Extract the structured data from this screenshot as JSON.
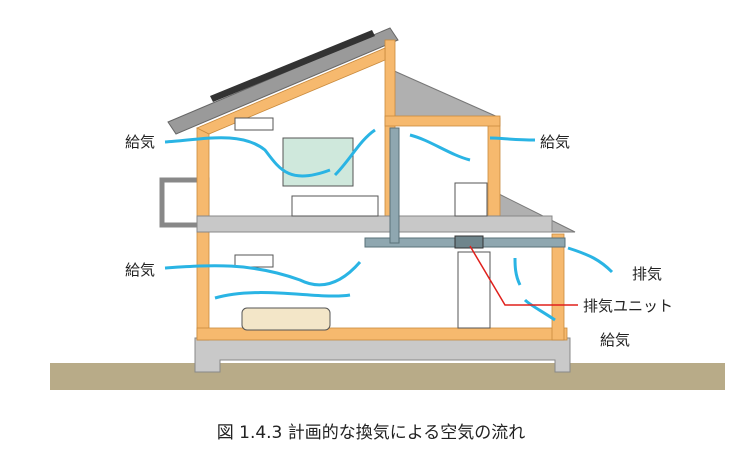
{
  "labels": {
    "supply_upper_left": "給気",
    "supply_upper_right": "給気",
    "supply_lower_left": "給気",
    "supply_lower_right": "給気",
    "exhaust": "排気",
    "exhaust_unit": "排気ユニット"
  },
  "caption": "図 1.4.3 計画的な換気による空気の流れ",
  "colors": {
    "wall": "#f6b96e",
    "airflow": "#2ab4e4",
    "ground": "#b8ab88",
    "foundation": "#c8c8c8",
    "roof": "#a0a0a0",
    "leader": "#e0201c"
  }
}
